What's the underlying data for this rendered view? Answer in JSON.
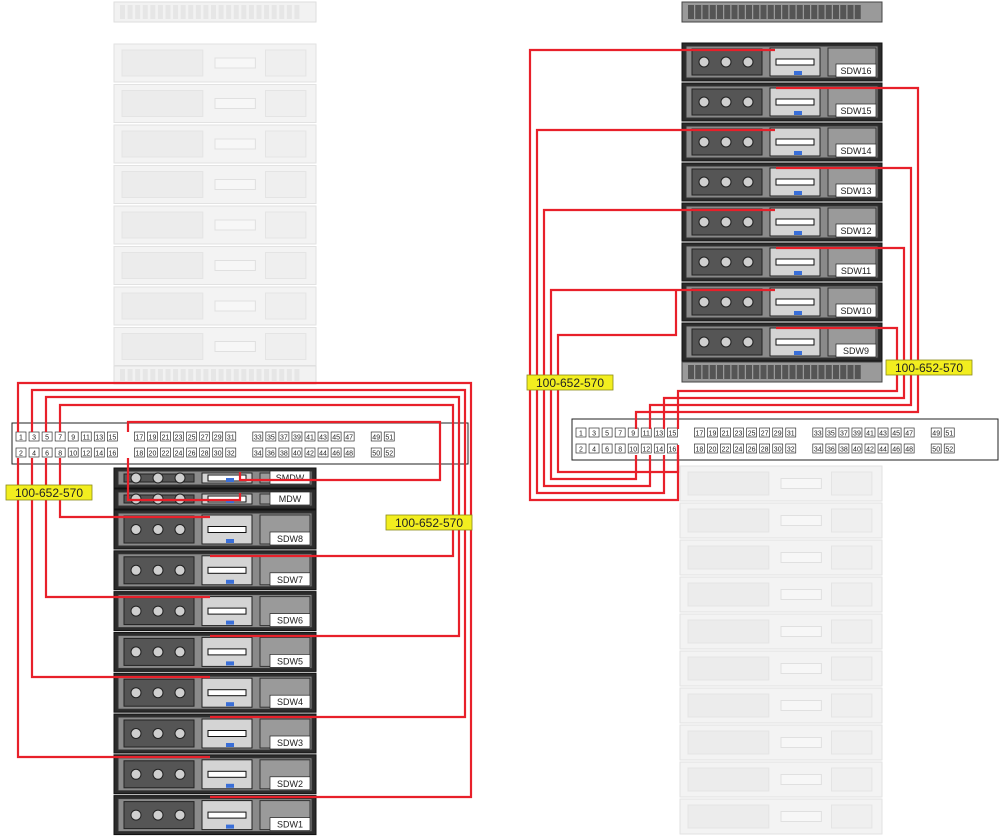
{
  "colors": {
    "cable": "#e8202a",
    "callout_fill": "#f2ee1f",
    "callout_stroke": "#8a8a1a",
    "rack_ghost": "#eeeeee",
    "server_dark": "#2b2b2b",
    "server_body": "#6e6e6e",
    "label_bg": "#ffffff"
  },
  "left": {
    "switch_ports_top": [
      "1",
      "3",
      "5",
      "7",
      "9",
      "11",
      "13",
      "15",
      "17",
      "19",
      "21",
      "23",
      "25",
      "27",
      "29",
      "31",
      "33",
      "35",
      "37",
      "39",
      "41",
      "43",
      "45",
      "47",
      "49",
      "51"
    ],
    "switch_ports_bottom": [
      "2",
      "4",
      "6",
      "8",
      "10",
      "12",
      "14",
      "16",
      "18",
      "20",
      "22",
      "24",
      "26",
      "28",
      "30",
      "32",
      "34",
      "36",
      "38",
      "40",
      "42",
      "44",
      "46",
      "48",
      "50",
      "52"
    ],
    "servers": [
      "SMDW",
      "MDW",
      "SDW8",
      "SDW7",
      "SDW6",
      "SDW5",
      "SDW4",
      "SDW3",
      "SDW2",
      "SDW1"
    ],
    "callouts": [
      "100-652-570",
      "100-652-570"
    ]
  },
  "right": {
    "switch_ports_top": [
      "1",
      "3",
      "5",
      "7",
      "9",
      "11",
      "13",
      "15",
      "17",
      "19",
      "21",
      "23",
      "25",
      "27",
      "29",
      "31",
      "33",
      "35",
      "37",
      "39",
      "41",
      "43",
      "45",
      "47",
      "49",
      "51"
    ],
    "switch_ports_bottom": [
      "2",
      "4",
      "6",
      "8",
      "10",
      "12",
      "14",
      "16",
      "18",
      "20",
      "22",
      "24",
      "26",
      "28",
      "30",
      "32",
      "34",
      "36",
      "38",
      "40",
      "42",
      "44",
      "46",
      "48",
      "50",
      "52"
    ],
    "servers": [
      "SDW16",
      "SDW15",
      "SDW14",
      "SDW13",
      "SDW12",
      "SDW11",
      "SDW10",
      "SDW9"
    ],
    "callouts": [
      "100-652-570",
      "100-652-570"
    ]
  }
}
